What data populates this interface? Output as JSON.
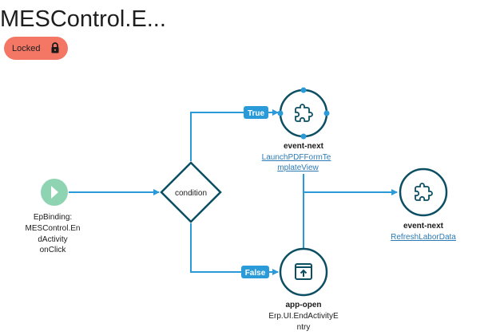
{
  "page": {
    "title": "MESControl.E...",
    "lock_label": "Locked"
  },
  "colors": {
    "lock_badge": "#f47765",
    "connector": "#2a9ad9",
    "node_stroke": "#0c4f63",
    "start_node": "#8fd4b2",
    "link": "#2c7ab5"
  },
  "nodes": {
    "start": {
      "icon": "play-icon",
      "lines": [
        "EpBinding:",
        "MESControl.En",
        "dActivity",
        "onClick"
      ]
    },
    "condition": {
      "label": "condition"
    },
    "true_node": {
      "icon": "puzzle-piece-icon",
      "type": "event-next",
      "link_lines": [
        "LaunchPDFFormTe",
        "mplateView"
      ]
    },
    "refresh_node": {
      "icon": "puzzle-piece-icon",
      "type": "event-next",
      "link_lines": [
        "RefreshLaborData"
      ]
    },
    "false_node": {
      "icon": "open-in-app-icon",
      "type": "app-open",
      "lines": [
        "Erp.UI.EndActivityE",
        "ntry"
      ]
    }
  },
  "branches": {
    "true_label": "True",
    "false_label": "False"
  }
}
